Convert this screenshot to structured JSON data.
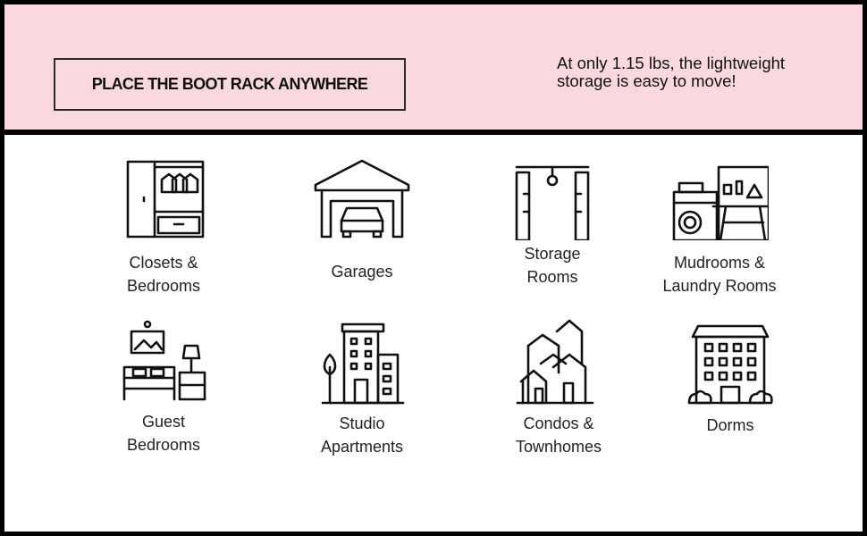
{
  "banner": {
    "title": "PLACE THE BOOT RACK ANYWHERE",
    "tagline_line1": "At only 1.15 lbs, the lightweight",
    "tagline_line2": "storage is easy to move!",
    "background_color": "#f9d9df"
  },
  "locations": [
    {
      "icon": "closet-icon",
      "line1": "Closets &",
      "line2": "Bedrooms"
    },
    {
      "icon": "garage-icon",
      "line1": "Garages",
      "line2": ""
    },
    {
      "icon": "storage-room-icon",
      "line1": "Storage",
      "line2": "Rooms"
    },
    {
      "icon": "laundry-icon",
      "line1": "Mudrooms &",
      "line2": "Laundry Rooms"
    },
    {
      "icon": "bedroom-icon",
      "line1": "Guest",
      "line2": "Bedrooms"
    },
    {
      "icon": "apartment-building-icon",
      "line1": "Studio",
      "line2": "Apartments"
    },
    {
      "icon": "townhomes-icon",
      "line1": "Condos &",
      "line2": "Townhomes"
    },
    {
      "icon": "dorm-building-icon",
      "line1": "Dorms",
      "line2": ""
    }
  ]
}
